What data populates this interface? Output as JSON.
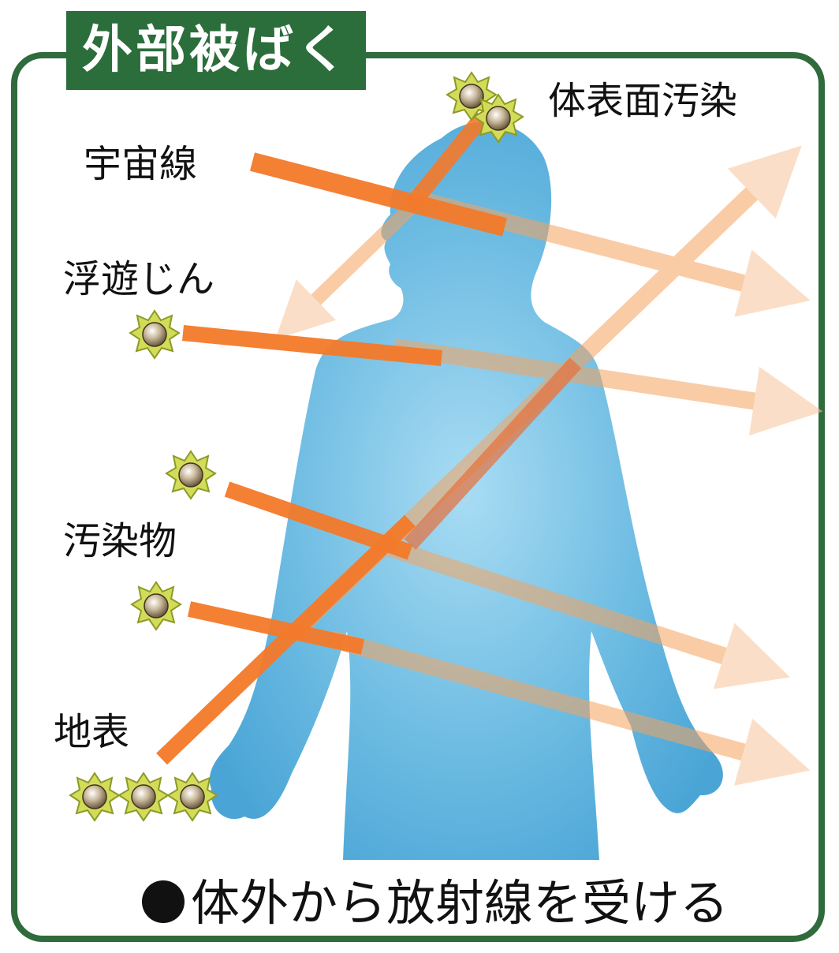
{
  "title": "外部被ばく",
  "caption": "体外から放射線を受ける",
  "labels": {
    "surface_contamination": "体表面汚染",
    "cosmic_rays": "宇宙線",
    "airborne_dust": "浮遊じん",
    "contaminants": "汚染物",
    "ground_surface": "地表"
  },
  "colors": {
    "frame": "#2f6b3c",
    "title_bg": "#2b6e3b",
    "body": "#5fb3dc",
    "ray": "#f47a2a",
    "particle": "#c9d24a"
  },
  "icons": {
    "particle": "radioactive-particle-icon",
    "bullet": "filled-circle-bullet"
  }
}
